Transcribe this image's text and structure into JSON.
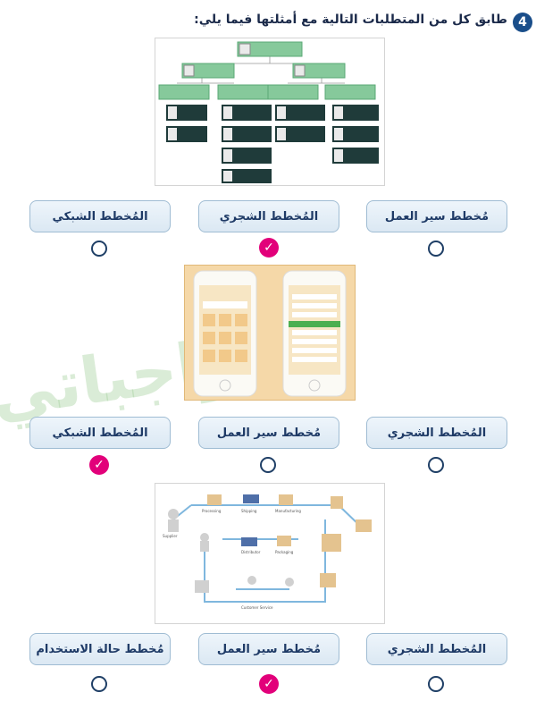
{
  "question": {
    "number": "4",
    "text": "طابق كل من المتطلبات التالية مع أمثلتها فيما يلي:"
  },
  "groups": [
    {
      "options": [
        {
          "label": "مُخطط سير العمل",
          "selected": false
        },
        {
          "label": "المُخطط الشجري",
          "selected": true
        },
        {
          "label": "المُخطط الشبكي",
          "selected": false
        }
      ]
    },
    {
      "options": [
        {
          "label": "المُخطط الشجري",
          "selected": false
        },
        {
          "label": "مُخطط سير العمل",
          "selected": false
        },
        {
          "label": "المُخطط الشبكي",
          "selected": true
        }
      ]
    },
    {
      "options": [
        {
          "label": "المُخطط الشجري",
          "selected": false
        },
        {
          "label": "مُخطط سير العمل",
          "selected": true
        },
        {
          "label": "مُخطط حالة الاستخدام",
          "selected": false
        }
      ]
    }
  ],
  "icons": {
    "checked": "check-mark-icon",
    "unchecked": "radio-circle-icon"
  },
  "colors": {
    "badge": "#1a4e8a",
    "check": "#e2007a",
    "option_border": "#9fbcd3",
    "option_text": "#1e3a66"
  }
}
